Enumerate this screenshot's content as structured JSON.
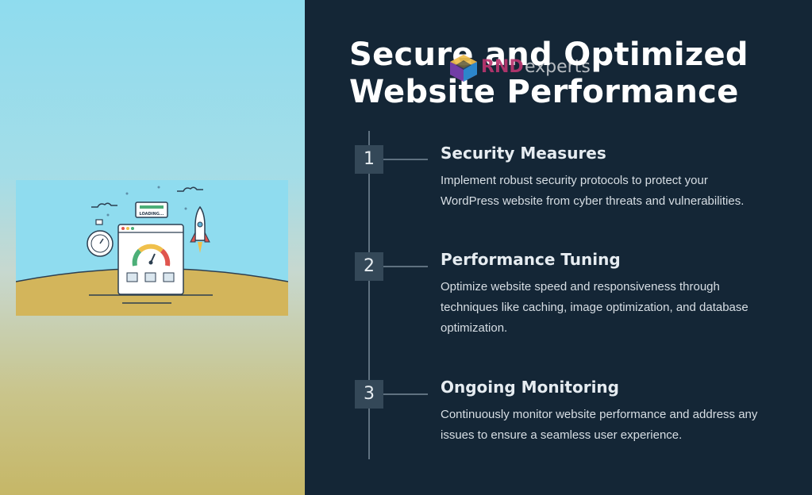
{
  "title": "Secure and Optimized Website Performance",
  "logo": {
    "brand": "RND",
    "suffix": "experts"
  },
  "illustration": {
    "loading_label": "LOADING..."
  },
  "steps": [
    {
      "number": "1",
      "title": "Security Measures",
      "description": "Implement robust security protocols to protect your WordPress website from cyber threats and vulnerabilities."
    },
    {
      "number": "2",
      "title": "Performance Tuning",
      "description": "Optimize website speed and responsiveness through techniques like caching, image optimization, and database optimization."
    },
    {
      "number": "3",
      "title": "Ongoing Monitoring",
      "description": "Continuously monitor website performance and address any issues to ensure a seamless user experience."
    }
  ]
}
